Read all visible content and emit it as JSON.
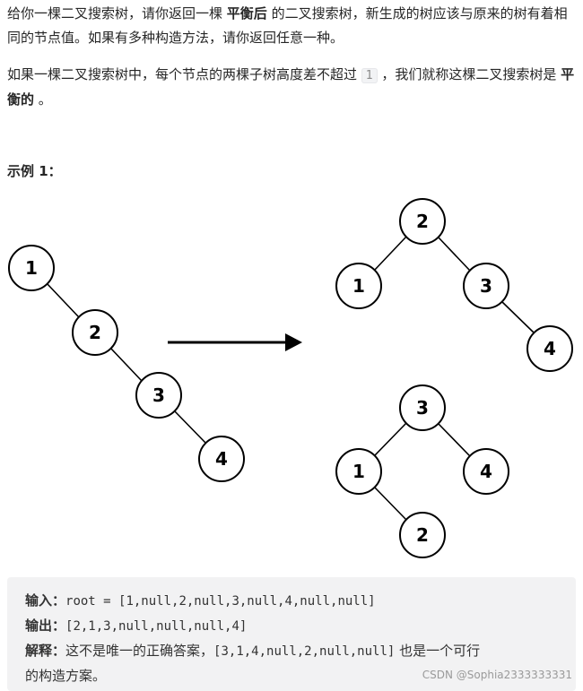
{
  "intro": {
    "p1_a": "给你一棵二叉搜索树，请你返回一棵 ",
    "p1_bold": "平衡后",
    "p1_b": " 的二叉搜索树，新生成的树应该与原来的树有着相同的节点值。如果有多种构造方法，请你返回任意一种。",
    "p2_a": "如果一棵二叉搜索树中，每个节点的两棵子树高度差不超过 ",
    "p2_code": "1",
    "p2_b": " ，我们就称这棵二叉搜索树是 ",
    "p2_bold": "平衡的",
    "p2_c": " 。"
  },
  "example": {
    "title": "示例 1：",
    "input_label": "输入：",
    "input_value": "root = [1,null,2,null,3,null,4,null,null]",
    "output_label": "输出：",
    "output_value": "[2,1,3,null,null,null,4]",
    "explain_label": "解释：",
    "explain_a": "这不是唯一的正确答案，",
    "explain_code": "[3,1,4,null,2,null,null]",
    "explain_b": " 也是一个可行",
    "explain_c": "的构造方案。"
  },
  "trees": {
    "input_tree": [
      "1",
      "2",
      "3",
      "4"
    ],
    "answer_tree_1": [
      "2",
      "1",
      "3",
      "4"
    ],
    "answer_tree_2": [
      "3",
      "1",
      "4",
      "2"
    ]
  },
  "watermark": "CSDN @Sophia2333333331"
}
